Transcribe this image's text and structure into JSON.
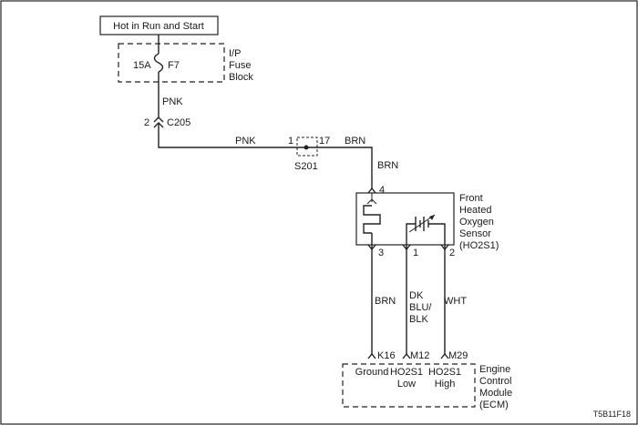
{
  "title": "Hot in Run and Start",
  "fuse_block": {
    "rating": "15A",
    "fuse_id": "F7",
    "label_lines": [
      "I/P",
      "Fuse",
      "Block"
    ]
  },
  "wires": {
    "fuse_to_c205": "PNK",
    "c205_to_splice": "PNK",
    "splice_out": "BRN",
    "to_sensor": "BRN",
    "pin3_wire": "BRN",
    "pin1_wire_lines": [
      "DK",
      "BLU/",
      "BLK"
    ],
    "pin2_wire": "WHT"
  },
  "connector_c205": {
    "name": "C205",
    "pin": "2"
  },
  "splice_s201": {
    "name": "S201",
    "pin_in": "1",
    "pin_out": "17"
  },
  "sensor": {
    "label_lines": [
      "Front",
      "Heated",
      "Oxygen",
      "Sensor",
      "(HO2S1)"
    ],
    "pin_top": "4",
    "pin_left": "3",
    "pin_mid": "1",
    "pin_right": "2"
  },
  "ecm": {
    "label_lines": [
      "Engine",
      "Control",
      "Module",
      "(ECM)"
    ],
    "terminals": [
      {
        "id": "K16",
        "lines": [
          "Ground",
          ""
        ]
      },
      {
        "id": "M12",
        "lines": [
          "HO2S1",
          "Low"
        ]
      },
      {
        "id": "M29",
        "lines": [
          "HO2S1",
          "High"
        ]
      }
    ]
  },
  "figure_code": "T5B11F18"
}
